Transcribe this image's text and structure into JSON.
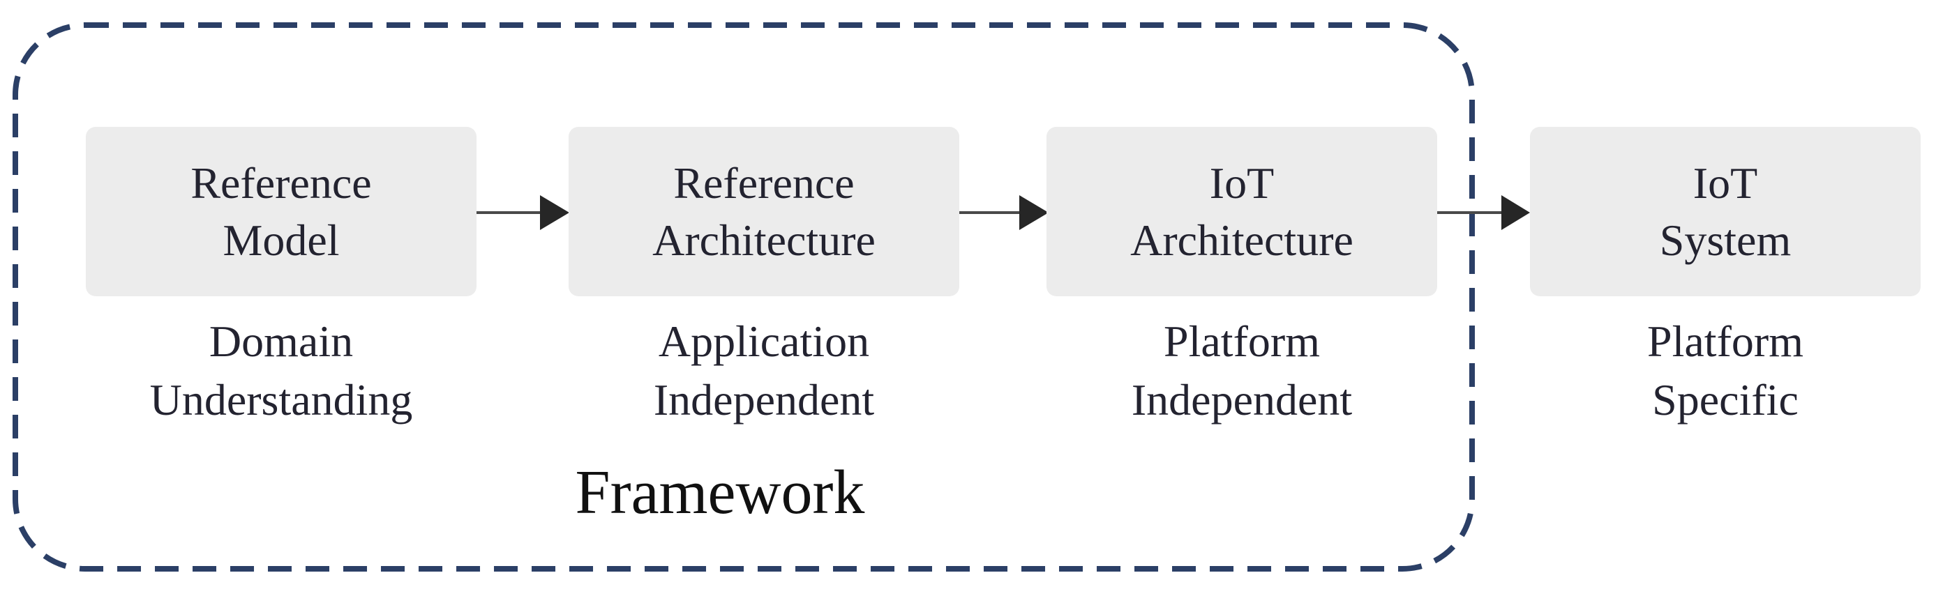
{
  "diagram": {
    "framework_label": "Framework",
    "stages": [
      {
        "title_lines": [
          "Reference",
          "Model"
        ],
        "caption_lines": [
          "Domain",
          "Understanding"
        ],
        "inside_framework": true
      },
      {
        "title_lines": [
          "Reference",
          "Architecture"
        ],
        "caption_lines": [
          "Application",
          "Independent"
        ],
        "inside_framework": true
      },
      {
        "title_lines": [
          "IoT",
          "Architecture"
        ],
        "caption_lines": [
          "Platform",
          "Independent"
        ],
        "inside_framework": true
      },
      {
        "title_lines": [
          "IoT",
          "System"
        ],
        "caption_lines": [
          "Platform",
          "Specific"
        ],
        "inside_framework": false
      }
    ],
    "icons": {
      "arrow_right": "→"
    },
    "colors": {
      "background": "#ffffff",
      "dash_border": "#2b3f66",
      "box_fill": "#ececec",
      "box_text": "#232330",
      "caption_text": "#232330",
      "framework_text": "#111111",
      "arrow_line": "#4a4a4a",
      "arrow_head": "#262626"
    }
  }
}
